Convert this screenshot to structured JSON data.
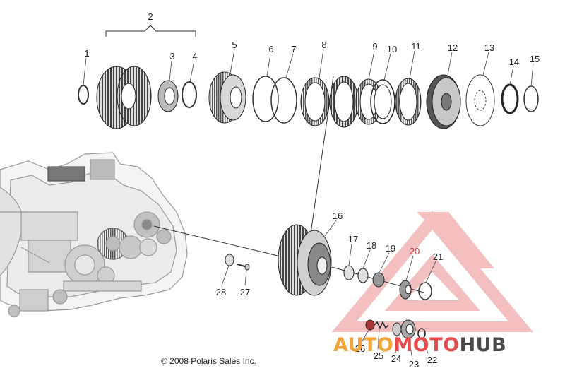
{
  "copyright": "© 2008 Polaris Sales Inc.",
  "watermark": {
    "part1": "AUTO",
    "part2": "MOTO",
    "part3": "HUB",
    "colors": {
      "auto": "#f0a43a",
      "moto": "#e84b4b",
      "hub": "#4a4a4a",
      "logo": "#e84b4b"
    }
  },
  "callouts": [
    "1",
    "2",
    "3",
    "4",
    "5",
    "6",
    "7",
    "8",
    "9",
    "10",
    "11",
    "12",
    "13",
    "14",
    "15",
    "16",
    "17",
    "18",
    "19",
    "20",
    "21",
    "22",
    "23",
    "24",
    "25",
    "26",
    "27",
    "28"
  ],
  "icons": {
    "watermark_logo": "triangle-mountain-logo-icon",
    "engine": "engine-case-drawing-icon"
  }
}
